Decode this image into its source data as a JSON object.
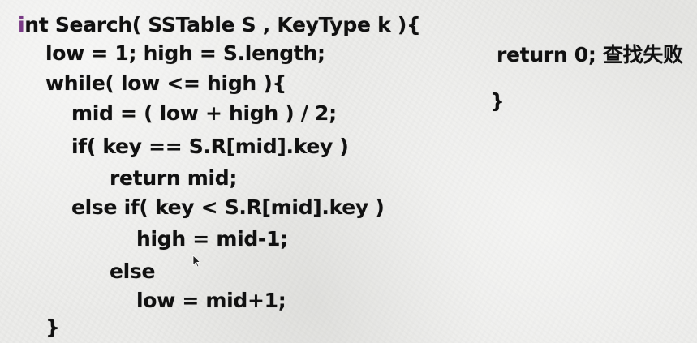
{
  "code": {
    "signature_first_char": "i",
    "signature_rest": "nt Search( SSTable S , KeyType k ){",
    "line_low_high": "low = 1; high = S.length;",
    "line_while": "while( low <= high ){",
    "line_mid": "mid = ( low + high ) / 2;",
    "line_if": "if( key == S.R[mid].key )",
    "line_return_mid": "return mid;",
    "line_else_if": "else if( key < S.R[mid].key )",
    "line_high_assign": "high = mid-1;",
    "line_else": "else",
    "line_low_assign": "low = mid+1;",
    "line_close_while": "}",
    "line_return_zero": "return 0; 查找失败",
    "line_close_func": "}"
  },
  "colors": {
    "background": "#ececea",
    "text": "#111111",
    "keyword_highlight": "#7a3a86"
  },
  "icons": {
    "cursor": "mouse-pointer-icon"
  }
}
